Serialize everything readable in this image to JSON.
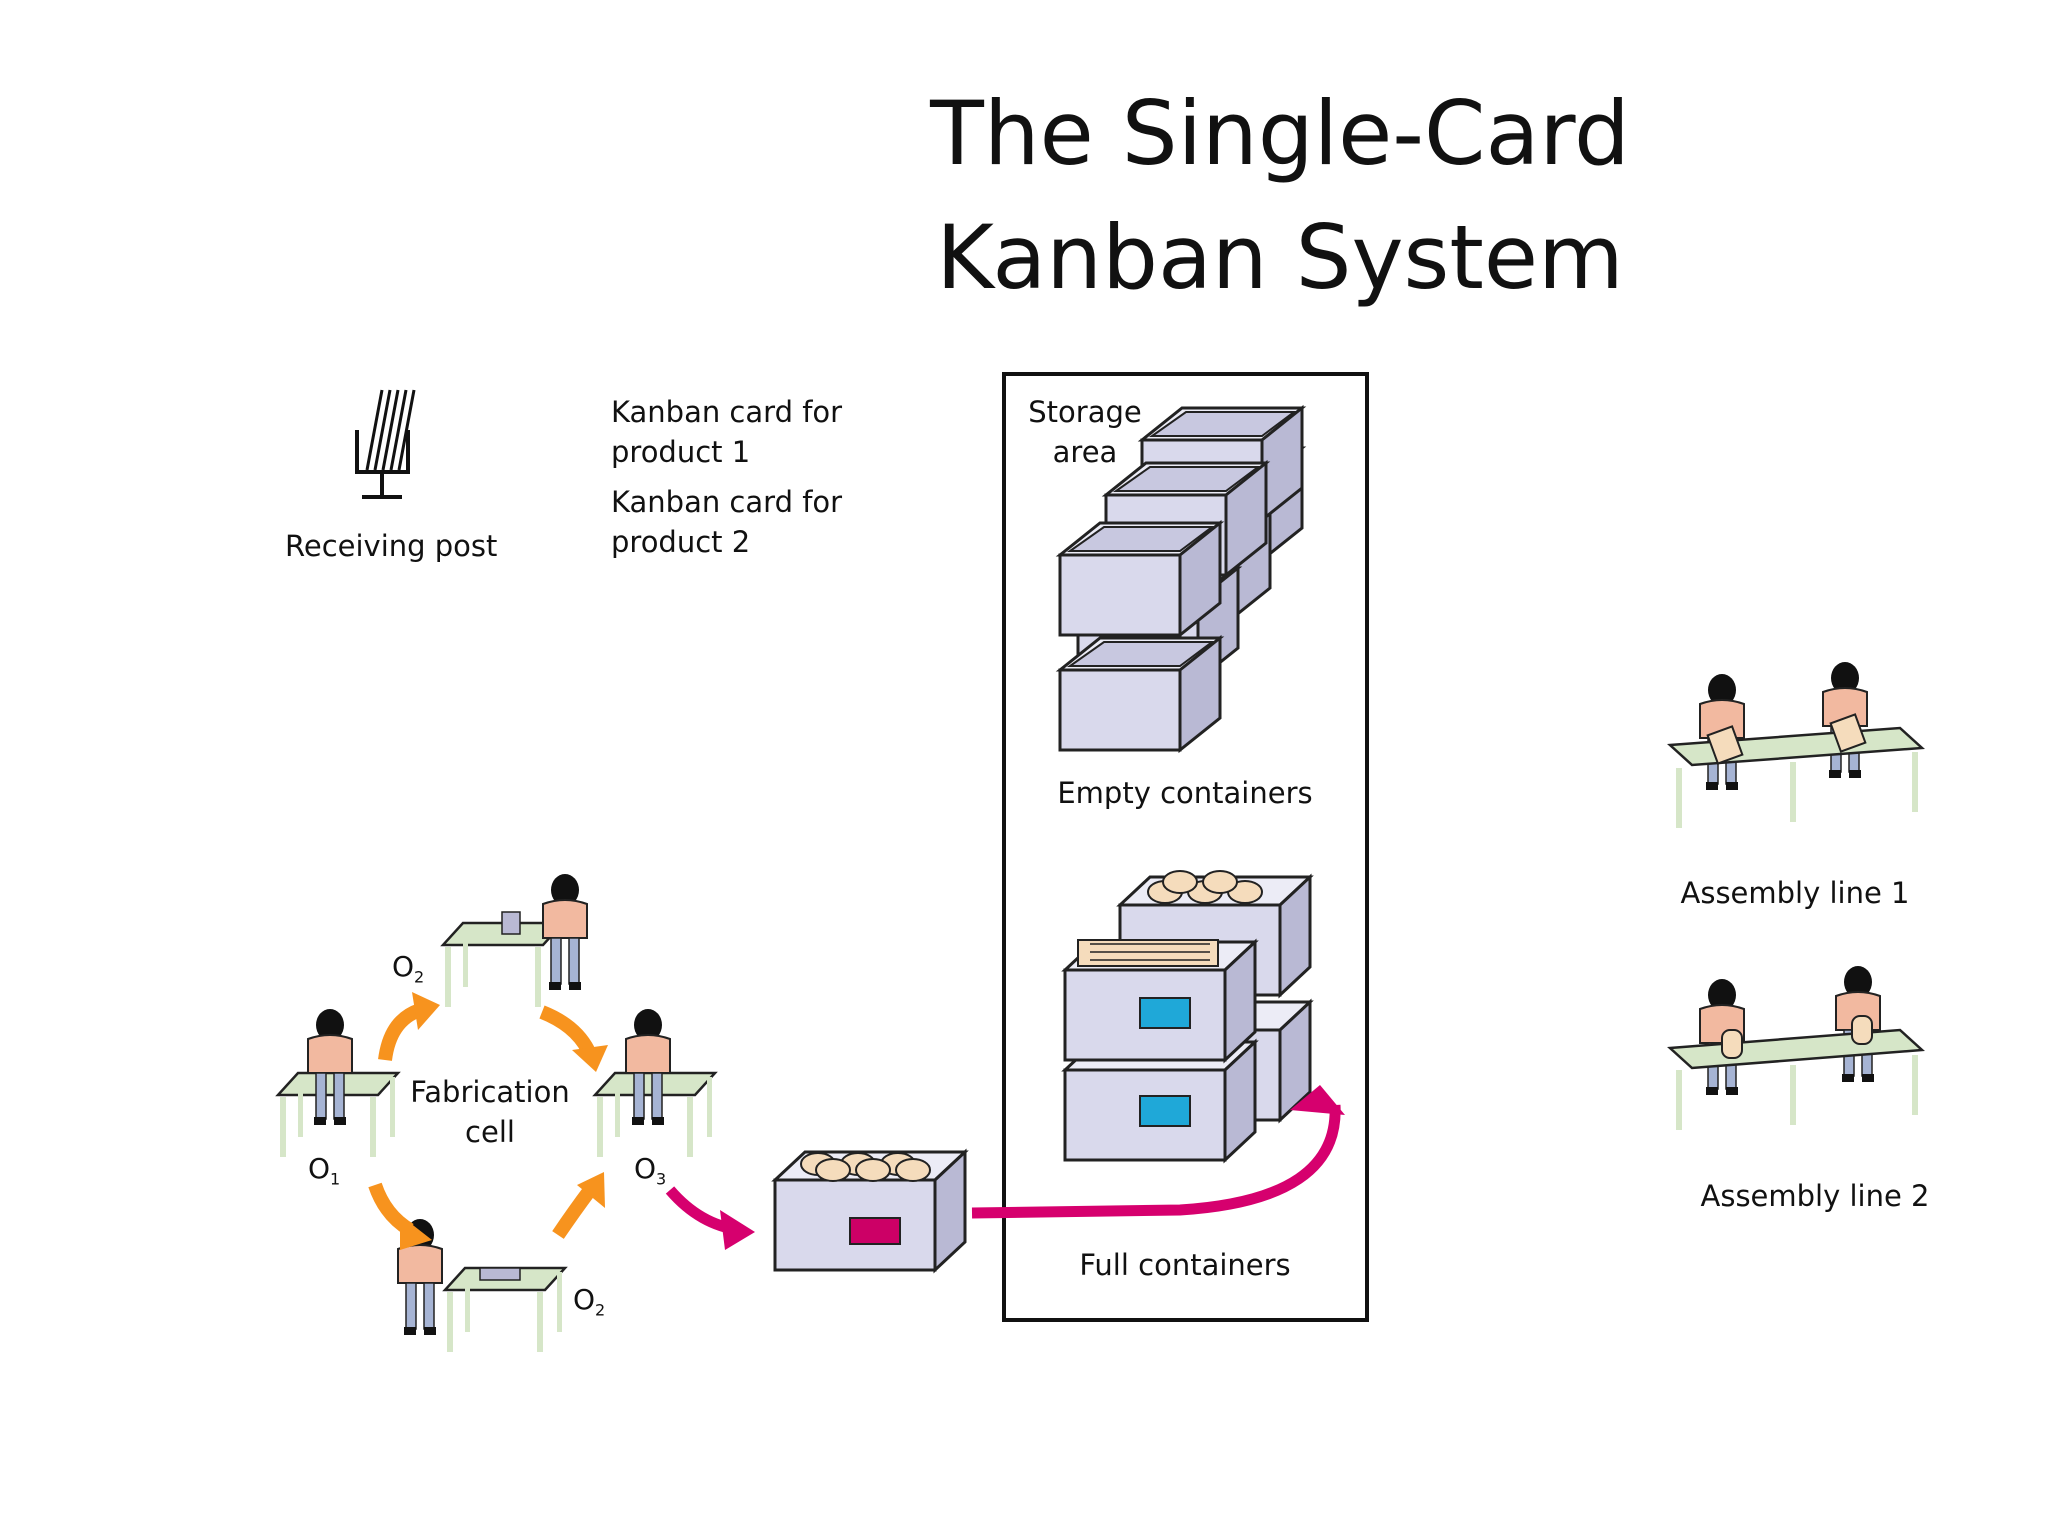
{
  "title": {
    "line1": "The Single-Card",
    "line2": "Kanban System"
  },
  "legend": {
    "receiving_post": "Receiving post",
    "card1": [
      "Kanban card for",
      "product 1"
    ],
    "card2": [
      "Kanban card for",
      "product 2"
    ]
  },
  "storage": {
    "label": [
      "Storage",
      "area"
    ],
    "empty": "Empty containers",
    "full": "Full containers"
  },
  "fabrication": {
    "label": [
      "Fabrication",
      "cell"
    ],
    "operators": [
      {
        "letter": "O",
        "sub": "1"
      },
      {
        "letter": "O",
        "sub": "2"
      },
      {
        "letter": "O",
        "sub": "3"
      },
      {
        "letter": "O",
        "sub": "2"
      }
    ]
  },
  "assembly": {
    "line1": "Assembly line 1",
    "line2": "Assembly line 2"
  },
  "colors": {
    "box": "#d9d9ec",
    "box_side": "#b9b9d4",
    "magenta_card": "#cc0066",
    "cyan_card": "#1fa8d8",
    "arrow_magenta": "#d6006e",
    "arrow_orange": "#f7931e",
    "table_top": "#d6e6c8",
    "skin": "#f2b9a0"
  }
}
